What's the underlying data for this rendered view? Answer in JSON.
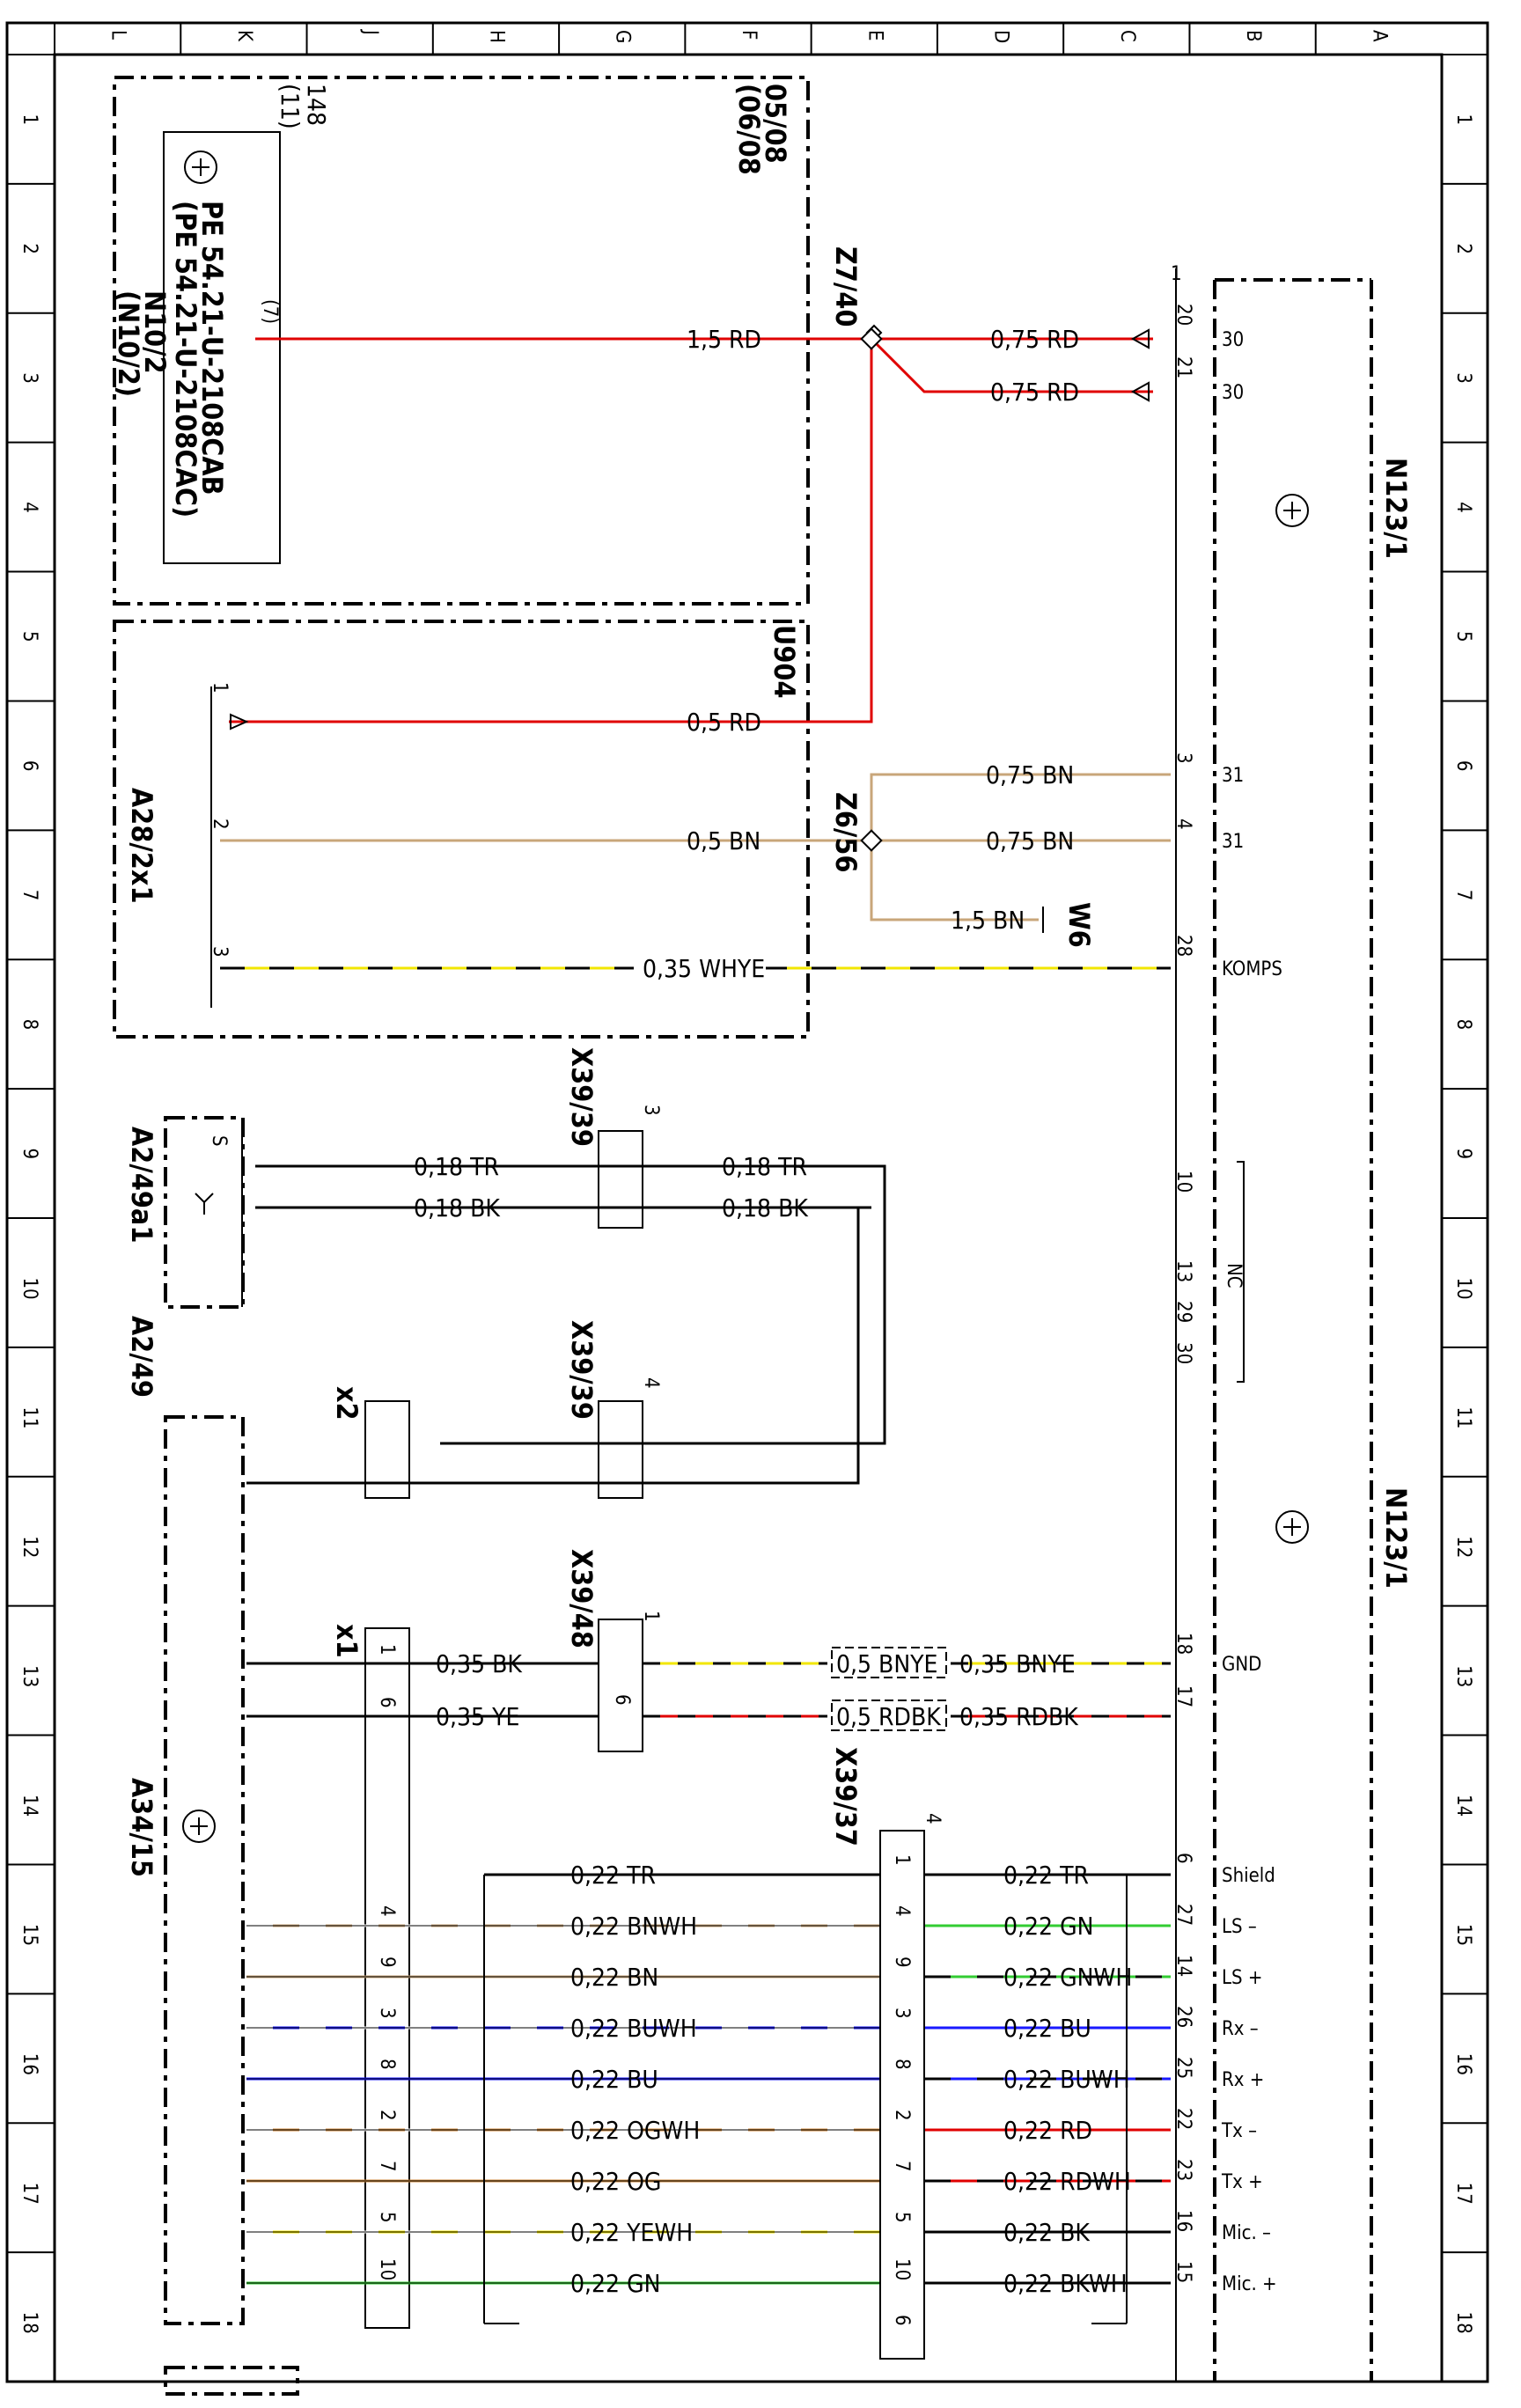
{
  "colors": {
    "RD": "#e00000",
    "BN": "#c8a67a",
    "BK": "#000000",
    "YE": "#f2e600",
    "WH": "#ffffff",
    "GN": "#33cc33",
    "BU": "#1a1aff",
    "OG": "#d08a3c",
    "TR": "#000000"
  },
  "border": {
    "columns": [
      "L",
      "K",
      "J",
      "H",
      "G",
      "F",
      "E",
      "D",
      "C",
      "B",
      "A"
    ],
    "rows": [
      "1",
      "2",
      "3",
      "4",
      "5",
      "6",
      "7",
      "8",
      "9",
      "10",
      "11",
      "12",
      "13",
      "14",
      "15",
      "16",
      "17",
      "18"
    ]
  },
  "components": {
    "n123_top": "N123/1",
    "n123_bottom": "N123/1",
    "u904": "U904",
    "u904_date_a": "05/08",
    "u904_date_b": "(06/08",
    "box148": "148",
    "box148_sub": "(11)",
    "pe_a": "PE 54.21-U-2108CAB",
    "pe_b": "(PE 54.21-U-2108CAC)",
    "n10_a": "N10/2",
    "n10_b": "(N10/2)",
    "pin7": "(7)",
    "a28": "A28/2x1",
    "a2_49a1": "A2/49a1",
    "a2_49": "A2/49",
    "a34": "A34/15",
    "z7": "Z7/40",
    "z6": "Z6/56",
    "w6": "W6",
    "x39_39": "X39/39",
    "x39_39b": "X39/39",
    "x39_48": "X39/48",
    "x39_37": "X39/37",
    "x2": "x2",
    "x1": "x1",
    "nc": "NC",
    "s": "S"
  },
  "wires": {
    "w15rd": "1,5 RD",
    "w075rd_a": "0,75 RD",
    "w075rd_b": "0,75 RD",
    "w05rd": "0,5 RD",
    "w075bn_a": "0,75 BN",
    "w075bn_b": "0,75 BN",
    "w05bn": "0,5 BN",
    "w15bn": "1,5 BN",
    "w035whye": "0,35 WHYE",
    "w018tr_a": "0,18 TR",
    "w018bk_a": "0,18 BK",
    "w018tr_b": "0,18 TR",
    "w018bk_b": "0,18 BK",
    "w035bk": "0,35 BK",
    "w035ye": "0,35 YE",
    "w05bnye": "0,5 BNYE",
    "w05rdbk": "0,5 RDBK",
    "w035bnye": "0,35 BNYE",
    "w035rdbk": "0,35 RDBK",
    "l022tr": "0,22 TR",
    "l022bnwh": "0,22 BNWH",
    "l022bn": "0,22 BN",
    "l022buwh": "0,22 BUWH",
    "l022bu": "0,22 BU",
    "l022ogwh": "0,22 OGWH",
    "l022og": "0,22 OG",
    "l022yewh": "0,22 YEWH",
    "l022gn": "0,22 GN",
    "r022tr": "0,22 TR",
    "r022gn": "0,22 GN",
    "r022gnwh": "0,22 GNWH",
    "r022bu": "0,22 BU",
    "r022buwh": "0,22 BUWH",
    "r022rd": "0,22 RD",
    "r022rdwh": "0,22 RDWH",
    "r022bk": "0,22 BK",
    "r022bkwh": "0,22 BKWH"
  },
  "pins": {
    "n20": "20",
    "n21": "21",
    "n3": "3",
    "n4": "4",
    "n28": "28",
    "n10": "10",
    "n13": "13",
    "n29": "29",
    "n30": "30",
    "n18": "18",
    "n17": "17",
    "n6": "6",
    "n27": "27",
    "n14": "14",
    "n26": "26",
    "n25": "25",
    "n22": "22",
    "n23": "23",
    "n16": "16",
    "n15": "15",
    "n1": "1",
    "a1": "1",
    "a2": "2",
    "a3": "3",
    "x3": "3",
    "x4": "4",
    "x48_1": "1",
    "x48_6": "6",
    "x1_1": "1",
    "x1_6": "6",
    "x1_4": "4",
    "x1_9": "9",
    "x1_3": "3",
    "x1_8": "8",
    "x1_2": "2",
    "x1_7": "7",
    "x1_5": "5",
    "x1_10": "10",
    "x37_4top": "4",
    "x37_1": "1",
    "x37_4": "4",
    "x37_9": "9",
    "x37_3": "3",
    "x37_8": "8",
    "x37_2": "2",
    "x37_7": "7",
    "x37_5": "5",
    "x37_10": "10",
    "x37_6": "6"
  },
  "pin_labels": {
    "p30a": "30",
    "p30b": "30",
    "p31a": "31",
    "p31b": "31",
    "komps": "KOMPS",
    "gnd": "GND",
    "shield": "Shield",
    "ls_m": "LS –",
    "ls_p": "LS +",
    "rx_m": "Rx –",
    "rx_p": "Rx +",
    "tx_m": "Tx –",
    "tx_p": "Tx +",
    "mic_m": "Mic. –",
    "mic_p": "Mic. +"
  }
}
